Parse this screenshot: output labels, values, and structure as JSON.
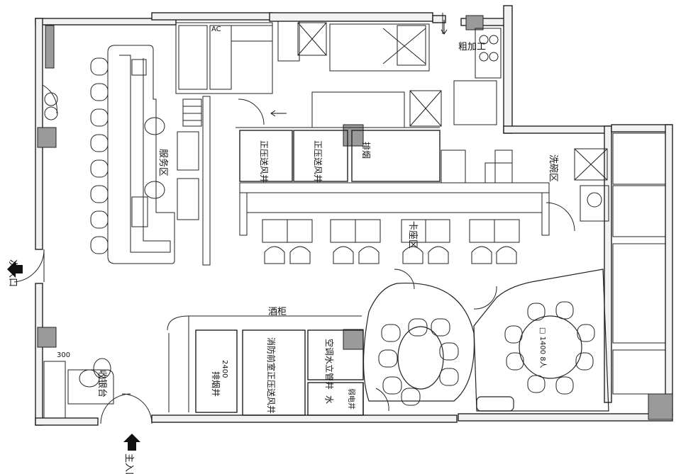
{
  "labels": {
    "rough_prep": "粗加工",
    "dishwashing": "洗碗区",
    "service": "服务区",
    "booth": "卡座区",
    "liquor_cabinet": "酒柜",
    "side_entrance": "次入口",
    "main_entrance": "主入口",
    "cashier": "收银台",
    "ac": "AC",
    "exhaust_shaft_1": "正压送风井",
    "exhaust_shaft_2": "正压送风井",
    "smoke_shaft": "排烟",
    "fire_front_shaft": "消防前室正压送风井",
    "drain_shaft": "排烟井",
    "shaft_width": "2400",
    "ac_water_pipe_shaft": "空调水立管井",
    "water": "水",
    "electric_well": "弱电井",
    "round_table": "□ 1400  8人",
    "tag_300": "300"
  },
  "colors": {
    "line": "#222222",
    "wall": "#f2f2f2",
    "column": "#9a9a9a"
  }
}
